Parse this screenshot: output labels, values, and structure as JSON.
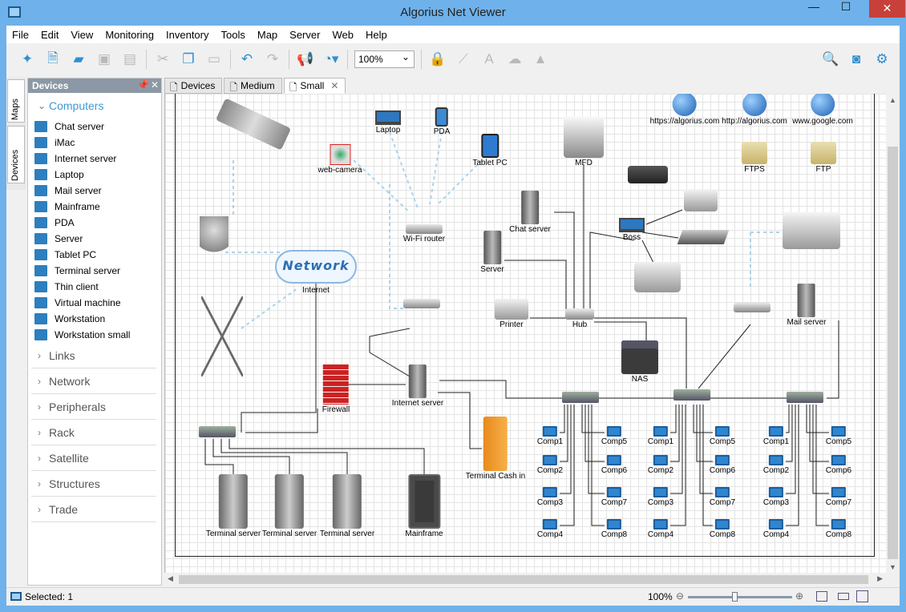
{
  "window": {
    "title": "Algorius Net Viewer",
    "minimize": "—",
    "maximize": "☐",
    "close": "✕"
  },
  "menu": [
    "File",
    "Edit",
    "View",
    "Monitoring",
    "Inventory",
    "Tools",
    "Map",
    "Server",
    "Web",
    "Help"
  ],
  "toolbar": {
    "zoom_value": "100%"
  },
  "side_tabs": {
    "maps": "Maps",
    "devices": "Devices"
  },
  "panel": {
    "title": "Devices",
    "open_category": "Computers",
    "items": [
      "Chat server",
      "iMac",
      "Internet server",
      "Laptop",
      "Mail server",
      "Mainframe",
      "PDA",
      "Server",
      "Tablet PC",
      "Terminal server",
      "Thin client",
      "Virtual machine",
      "Workstation",
      "Workstation small"
    ],
    "categories": [
      "Links",
      "Network",
      "Peripherals",
      "Rack",
      "Satellite",
      "Structures",
      "Trade"
    ]
  },
  "doc_tabs": [
    "Devices",
    "Medium",
    "Small"
  ],
  "canvas": {
    "network_label": "Network",
    "nodes": [
      "web-camera",
      "Laptop",
      "PDA",
      "Tablet PC",
      "Wi-Fi router",
      "Internet",
      "Firewall",
      "Internet server",
      "MFD",
      "Chat server",
      "Server",
      "Hub",
      "Printer",
      "NAS",
      "Boss",
      "https://algorius.com",
      "http://algorius.com",
      "www.google.com",
      "FTPS",
      "FTP",
      "Mail server",
      "Terminal Cash in",
      "Terminal server",
      "Terminal server",
      "Terminal server",
      "Mainframe"
    ],
    "comp_labels": [
      "Comp1",
      "Comp2",
      "Comp3",
      "Comp4",
      "Comp5",
      "Comp6",
      "Comp7",
      "Comp8"
    ]
  },
  "status": {
    "selected": "Selected: 1",
    "zoom": "100%"
  },
  "colors": {
    "accent": "#3f9ad6",
    "title_bg": "#6fb1ea"
  }
}
